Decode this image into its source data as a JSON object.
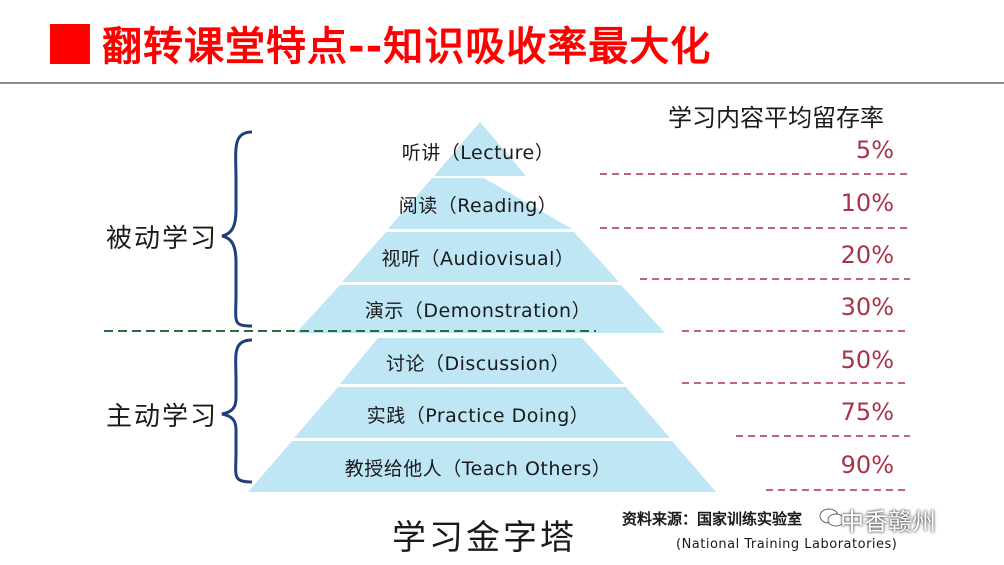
{
  "title": "翻转课堂特点--知识吸收率最大化",
  "column_header": "学习内容平均留存率",
  "groups": [
    {
      "label": "被动学习"
    },
    {
      "label": "主动学习"
    }
  ],
  "levels": [
    {
      "label": "听讲（Lecture）",
      "rate": "5%"
    },
    {
      "label": "阅读（Reading）",
      "rate": "10%"
    },
    {
      "label": "视听（Audiovisual）",
      "rate": "20%"
    },
    {
      "label": "演示（Demonstration）",
      "rate": "30%"
    },
    {
      "label": "讨论（Discussion）",
      "rate": "50%"
    },
    {
      "label": "实践（Practice Doing）",
      "rate": "75%"
    },
    {
      "label": "教授给他人（Teach Others）",
      "rate": "90%"
    }
  ],
  "pyramid_caption": "学习金字塔",
  "source": "资料来源：国家训练实验室",
  "source_en": "(National Training Laboratories)",
  "watermark": "中香赣州",
  "colors": {
    "title": "#ff0000",
    "pyramid_fill": "#bfe6f5",
    "rate_text": "#a8344a",
    "rate_dash": "#a8344a",
    "divider": "#2e6b3a",
    "brace": "#1f3f7a"
  }
}
